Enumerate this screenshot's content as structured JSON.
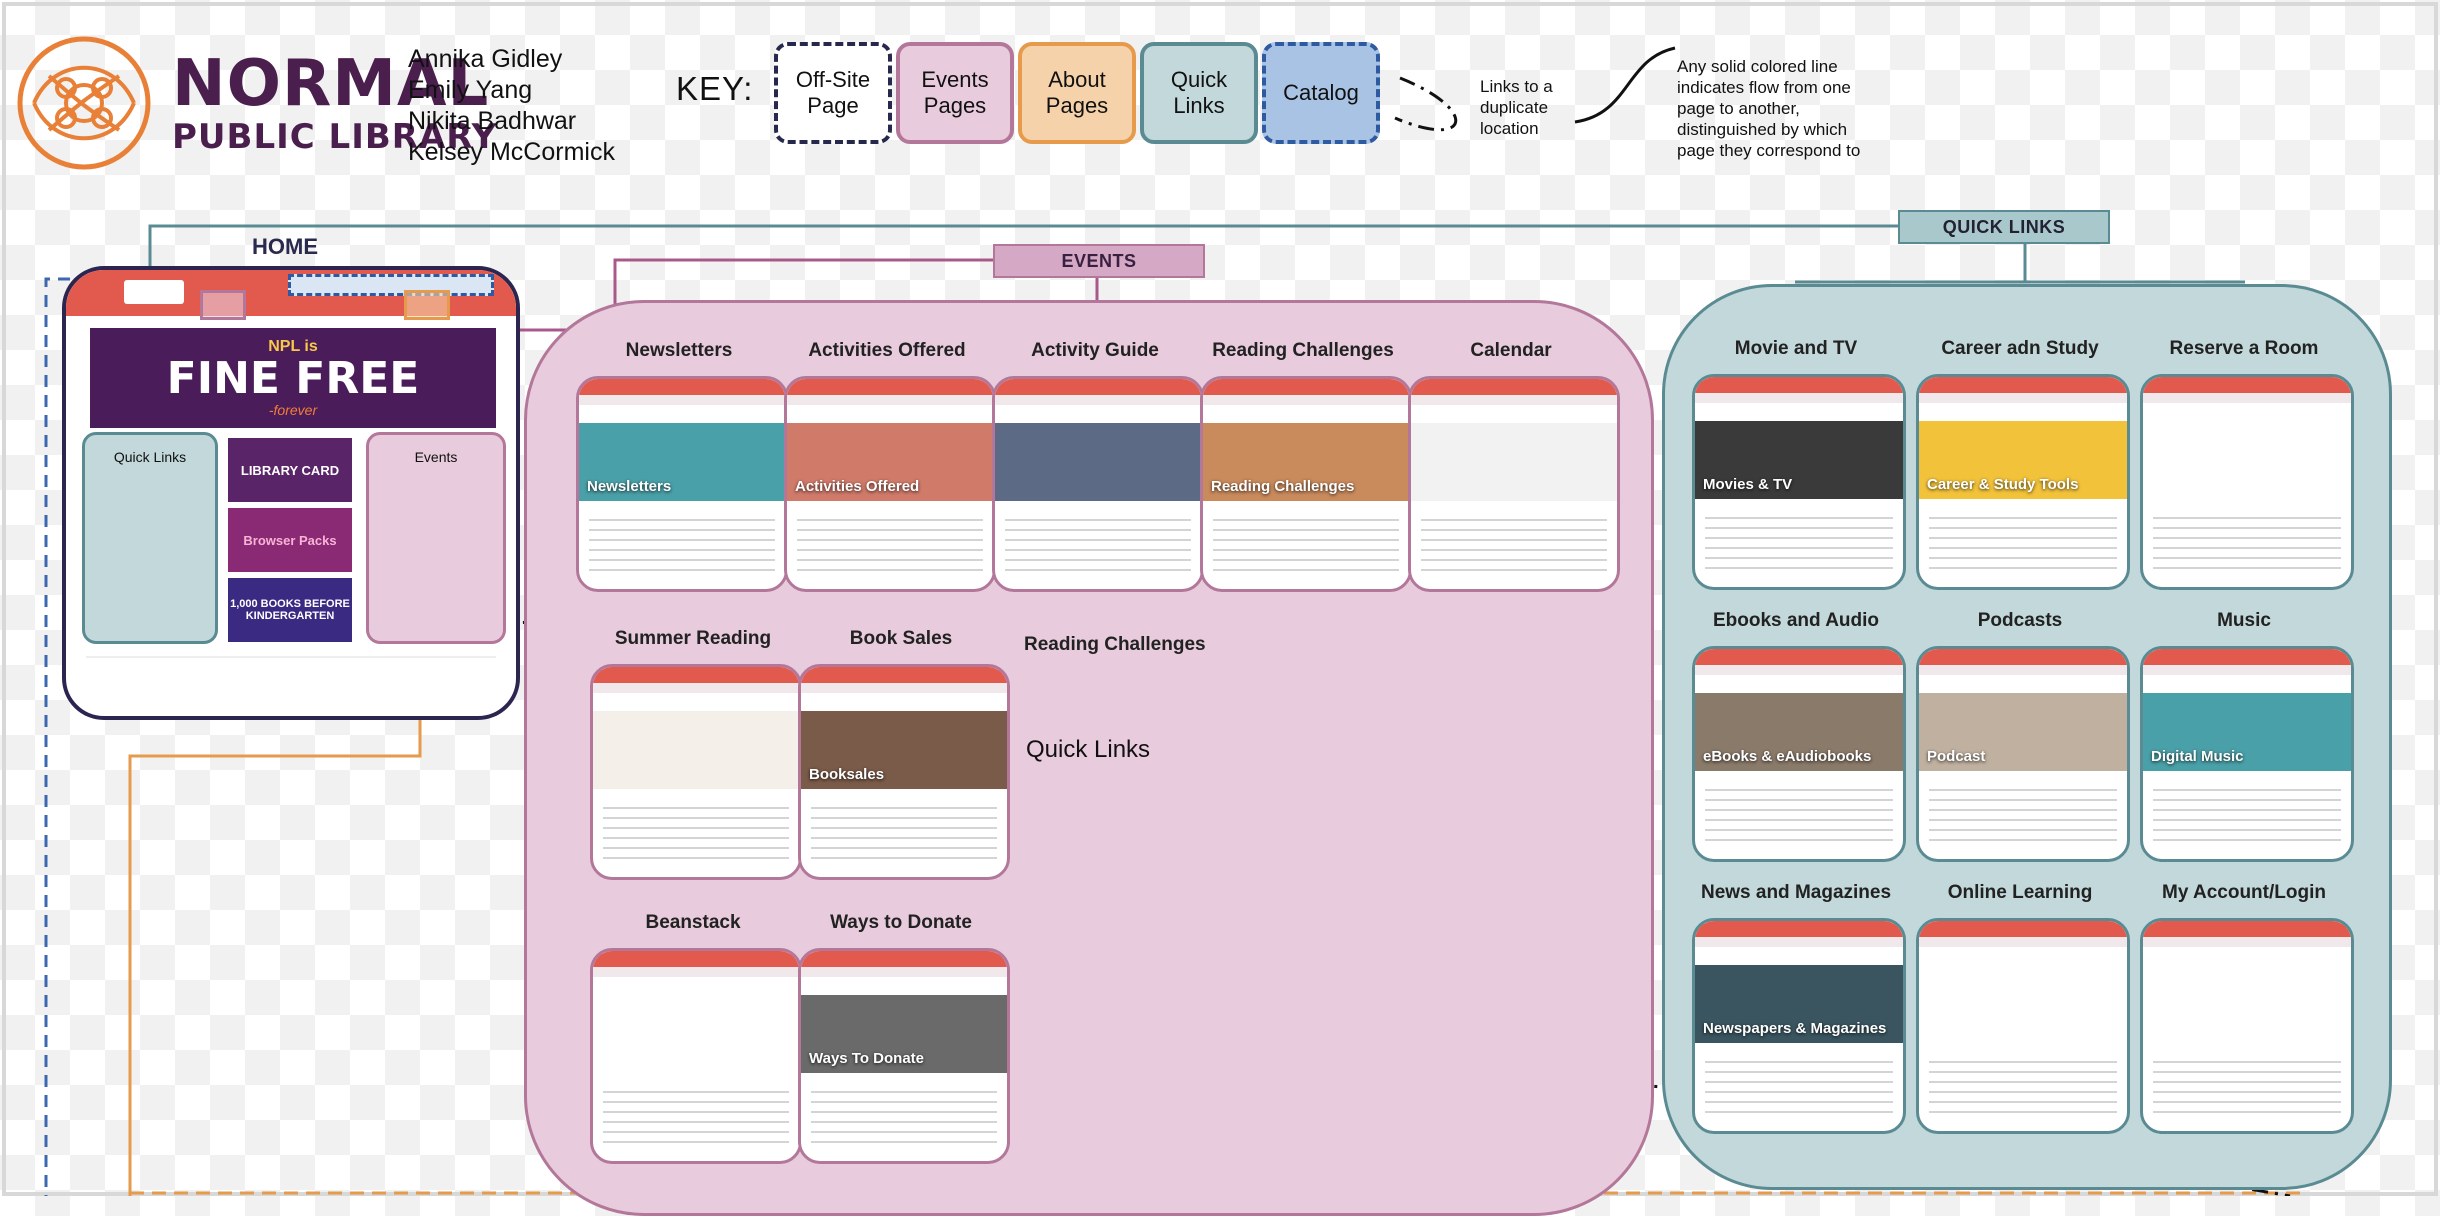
{
  "header": {
    "logo_line1": "NORMAL",
    "logo_line2": "PUBLIC LIBRARY",
    "team": [
      "Annika Gidley",
      "Emily Yang",
      "Nikita Badhwar",
      "Kelsey McCormick"
    ],
    "key_label": "KEY:",
    "key": {
      "offsite": "Off-Site Page",
      "events": "Events Pages",
      "about": "About Pages",
      "quick": "Quick Links",
      "catalog": "Catalog"
    },
    "note_duplicate": "Links to a duplicate location",
    "note_solid": "Any solid colored line indicates flow from one page to another, distinguished by which page they correspond to"
  },
  "colors": {
    "events_fill": "#e8cbdc",
    "events_border": "#b3779a",
    "quick_fill": "#c2d8da",
    "quick_border": "#5a8b93",
    "about_fill": "#f6d2aa",
    "about_border": "#e59a4c",
    "catalog_fill": "#a9c3e4",
    "catalog_border": "#2d5aa0",
    "offsite_border": "#26294d",
    "nav_red": "#e15a4d",
    "brand_purple": "#4b1f4d",
    "brand_orange": "#e98037"
  },
  "home": {
    "title": "HOME",
    "quick_links_label": "Quick Links",
    "events_label": "Events",
    "banner_main": "FINE FREE",
    "banner_pre": "NPL is",
    "banner_post": "-forever",
    "promo1": "LIBRARY CARD",
    "promo2": "Browser Packs",
    "promo3": "1,000 BOOKS BEFORE KINDERGARTEN"
  },
  "events": {
    "title": "EVENTS",
    "row1": [
      "Newsletters",
      "Activities Offered",
      "Activity Guide",
      "Reading Challenges",
      "Calendar"
    ],
    "row1_hero": [
      "Newsletters",
      "Activities Offered",
      "",
      "Reading Challenges",
      ""
    ],
    "row2": [
      "Summer Reading",
      "Book Sales"
    ],
    "row2_hero": [
      "",
      "Booksales"
    ],
    "row3": [
      "Beanstack",
      "Ways to Donate"
    ],
    "row3_hero": [
      "",
      "Ways To Donate"
    ],
    "dup_reading_challenges": "Reading Challenges",
    "dup_quick_links": "Quick Links"
  },
  "quick_links": {
    "title": "QUICK LINKS",
    "items": [
      "Movie and TV",
      "Career adn Study",
      "Reserve a Room",
      "Ebooks and Audio",
      "Podcasts",
      "Music",
      "News and Magazines",
      "Online Learning",
      "My Account/Login"
    ],
    "hero": [
      "Movies & TV",
      "Career & Study Tools",
      "",
      "eBooks & eAudiobooks",
      "Podcast",
      "Digital Music",
      "Newspapers & Magazines",
      "",
      ""
    ]
  }
}
